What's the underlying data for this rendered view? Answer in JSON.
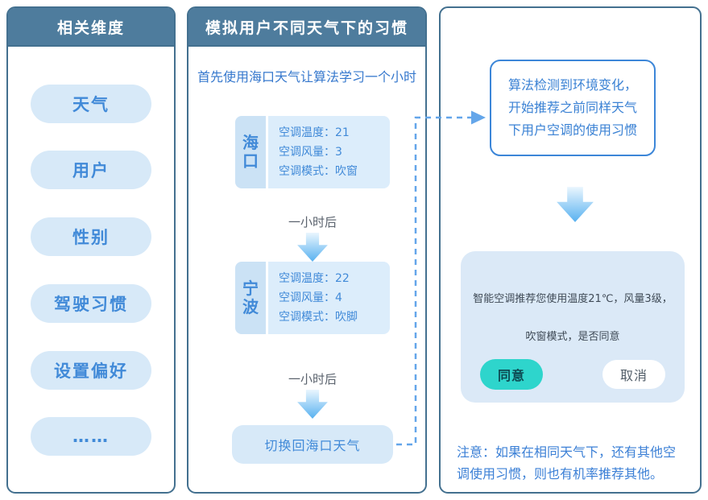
{
  "colors": {
    "panel_border": "#43708f",
    "header_bg": "#4e7c9d",
    "pill_bg": "#d7e9f8",
    "accent_blue_text": "#418ad8",
    "callout_border": "#3c86d8",
    "dashed_connector": "#64a6ea",
    "arrow_gradient_start": "#eaf6fe",
    "arrow_gradient_end": "#58b1f0",
    "agree_teal": "#2ed5cc",
    "rec_box_bg": "#dbe9f7",
    "note_blue": "#3c80d6",
    "interval_gray": "#5a626d"
  },
  "left_panel": {
    "title": "相关维度",
    "items": [
      "天气",
      "用户",
      "性别",
      "驾驶习惯",
      "设置偏好",
      "……"
    ]
  },
  "middle_panel": {
    "title": "模拟用户不同天气下的习惯",
    "intro": "首先使用海口天气让算法学习一个小时",
    "steps": [
      {
        "city": "海口",
        "lines": [
          "空调温度：21",
          "空调风量：3",
          "空调模式：吹窗"
        ]
      },
      {
        "city": "宁波",
        "lines": [
          "空调温度：22",
          "空调风量：4",
          "空调模式：吹脚"
        ]
      }
    ],
    "interval_label": "一小时后",
    "switch_back": "切换回海口天气"
  },
  "right_panel": {
    "callout_lines": [
      "算法检测到环境变化，",
      "开始推荐之前同样天气",
      "下用户空调的使用习惯"
    ],
    "recommendation": {
      "line1": "智能空调推荐您使用温度21℃，风量3级，",
      "line2": "吹窗模式，是否同意",
      "agree": "同意",
      "cancel": "取消"
    },
    "note_lines": [
      "注意：如果在相同天气下，还有其他空",
      "调使用习惯，则也有机率推荐其他。"
    ]
  }
}
